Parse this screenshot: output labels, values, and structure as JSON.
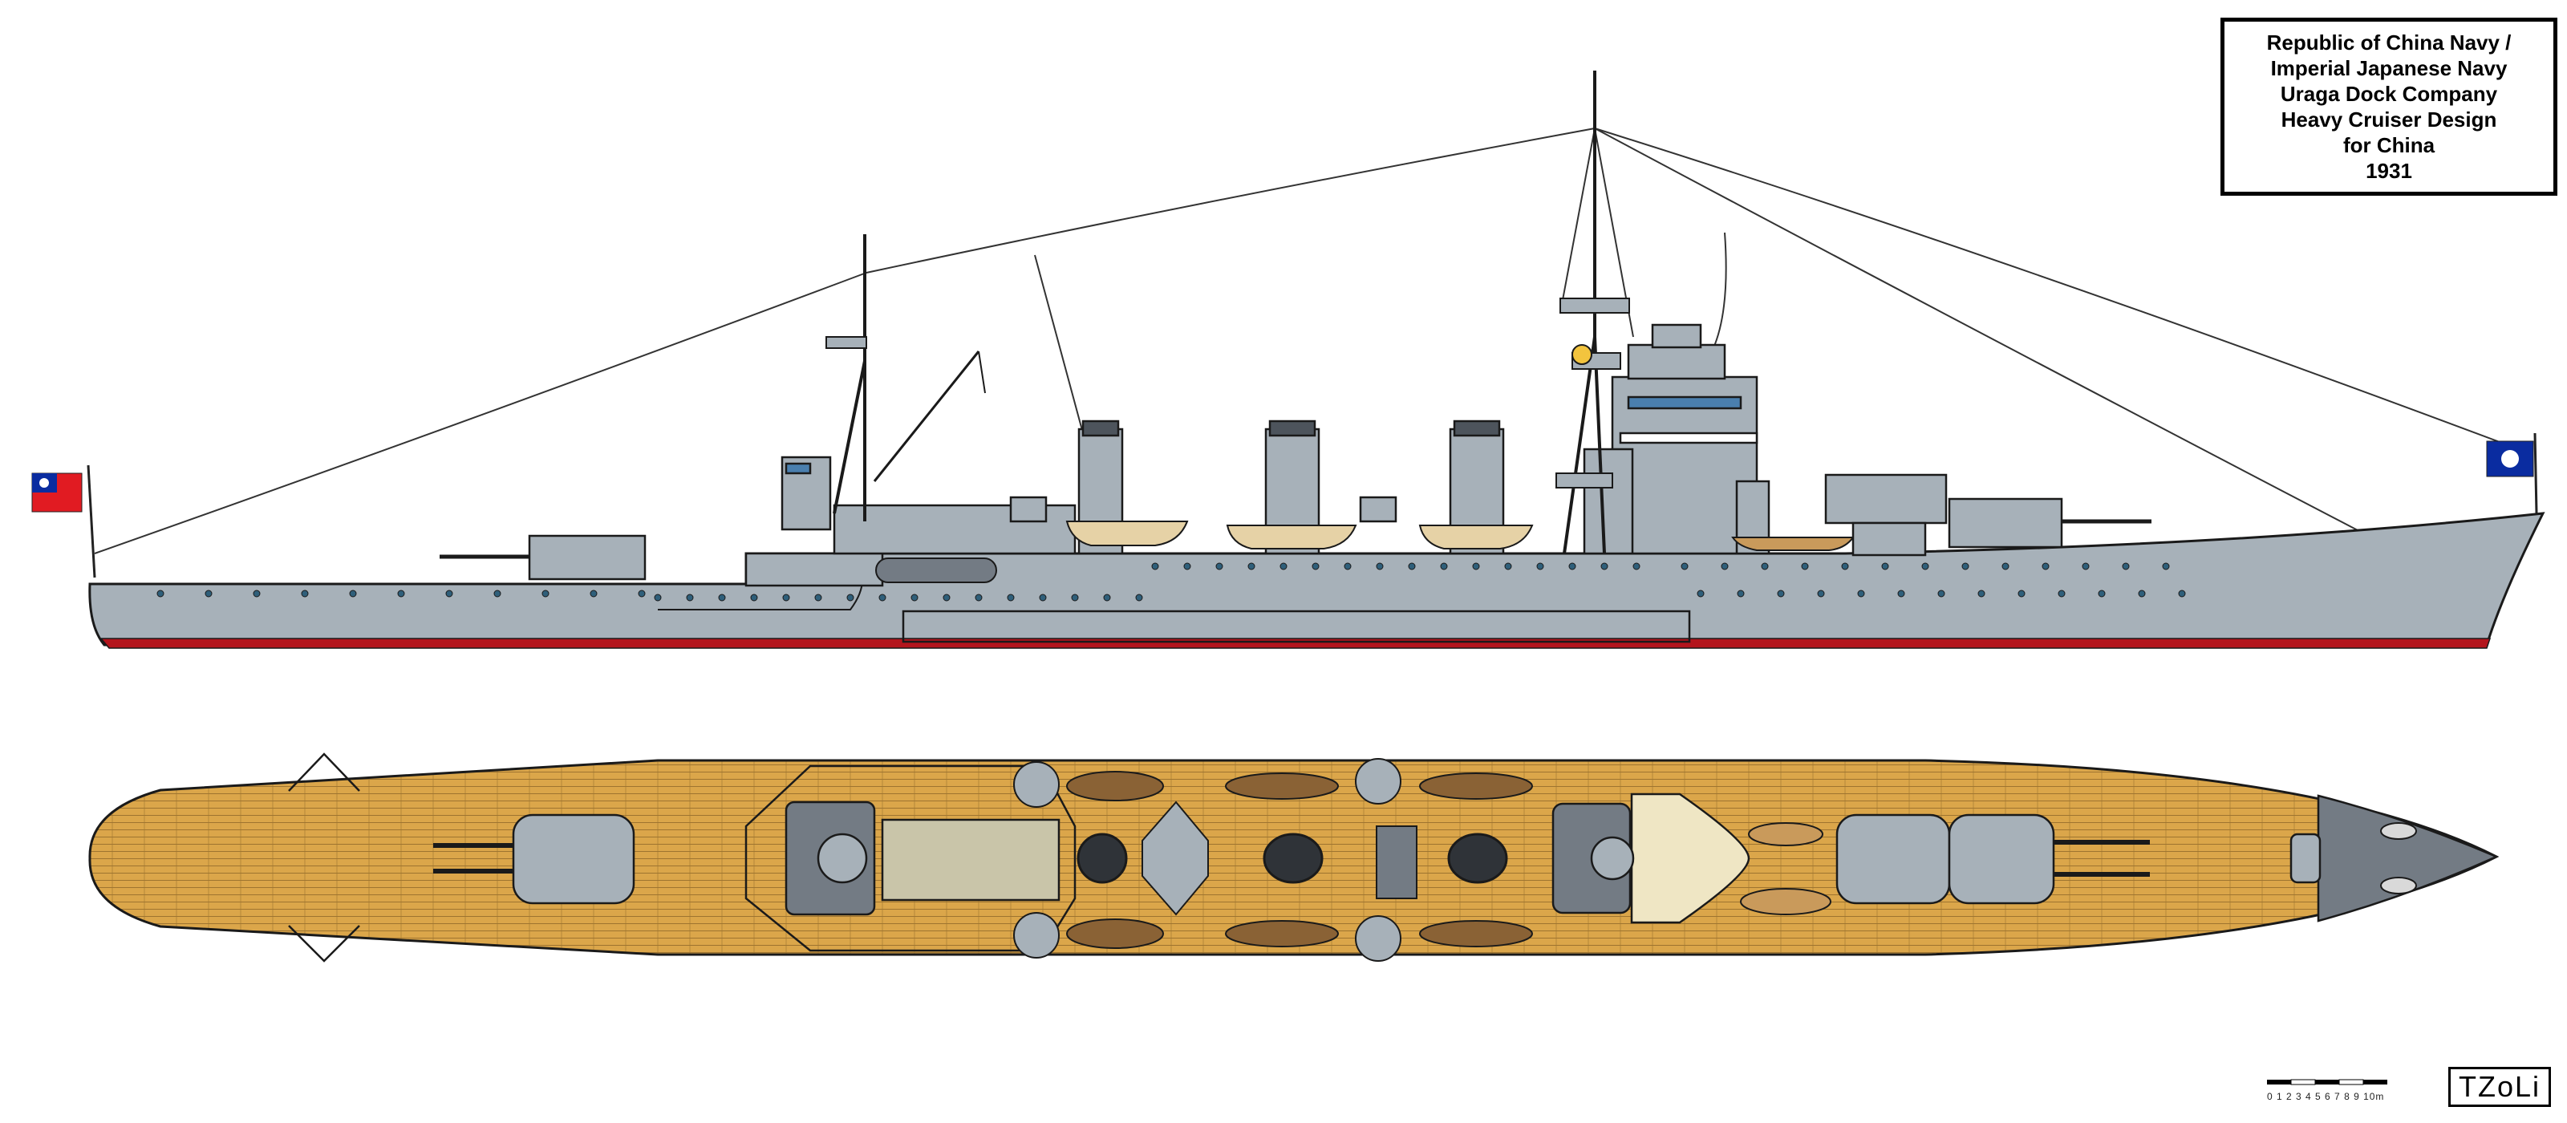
{
  "title_block": {
    "lines": [
      "Republic of China Navy /",
      "Imperial Japanese Navy",
      "Uraga Dock Company",
      "Heavy Cruiser Design",
      "for China",
      "1931"
    ]
  },
  "scale_bar": {
    "label": "0 1 2 3 4 5 6 7 8 9 10m"
  },
  "signature": {
    "text": "TZoLi"
  },
  "colors": {
    "hull_grey": "#a7b1b9",
    "deck_wood": "#dba64a",
    "plank_line": "#9e7430",
    "boot_topping": "#b3151d",
    "outline": "#1a1a1a",
    "dark_grey": "#737b84",
    "canvas_tan": "#efe6c4",
    "flag_red": "#e11b22",
    "flag_blue": "#0a2ca0"
  },
  "views": [
    "side-profile",
    "top-plan"
  ]
}
